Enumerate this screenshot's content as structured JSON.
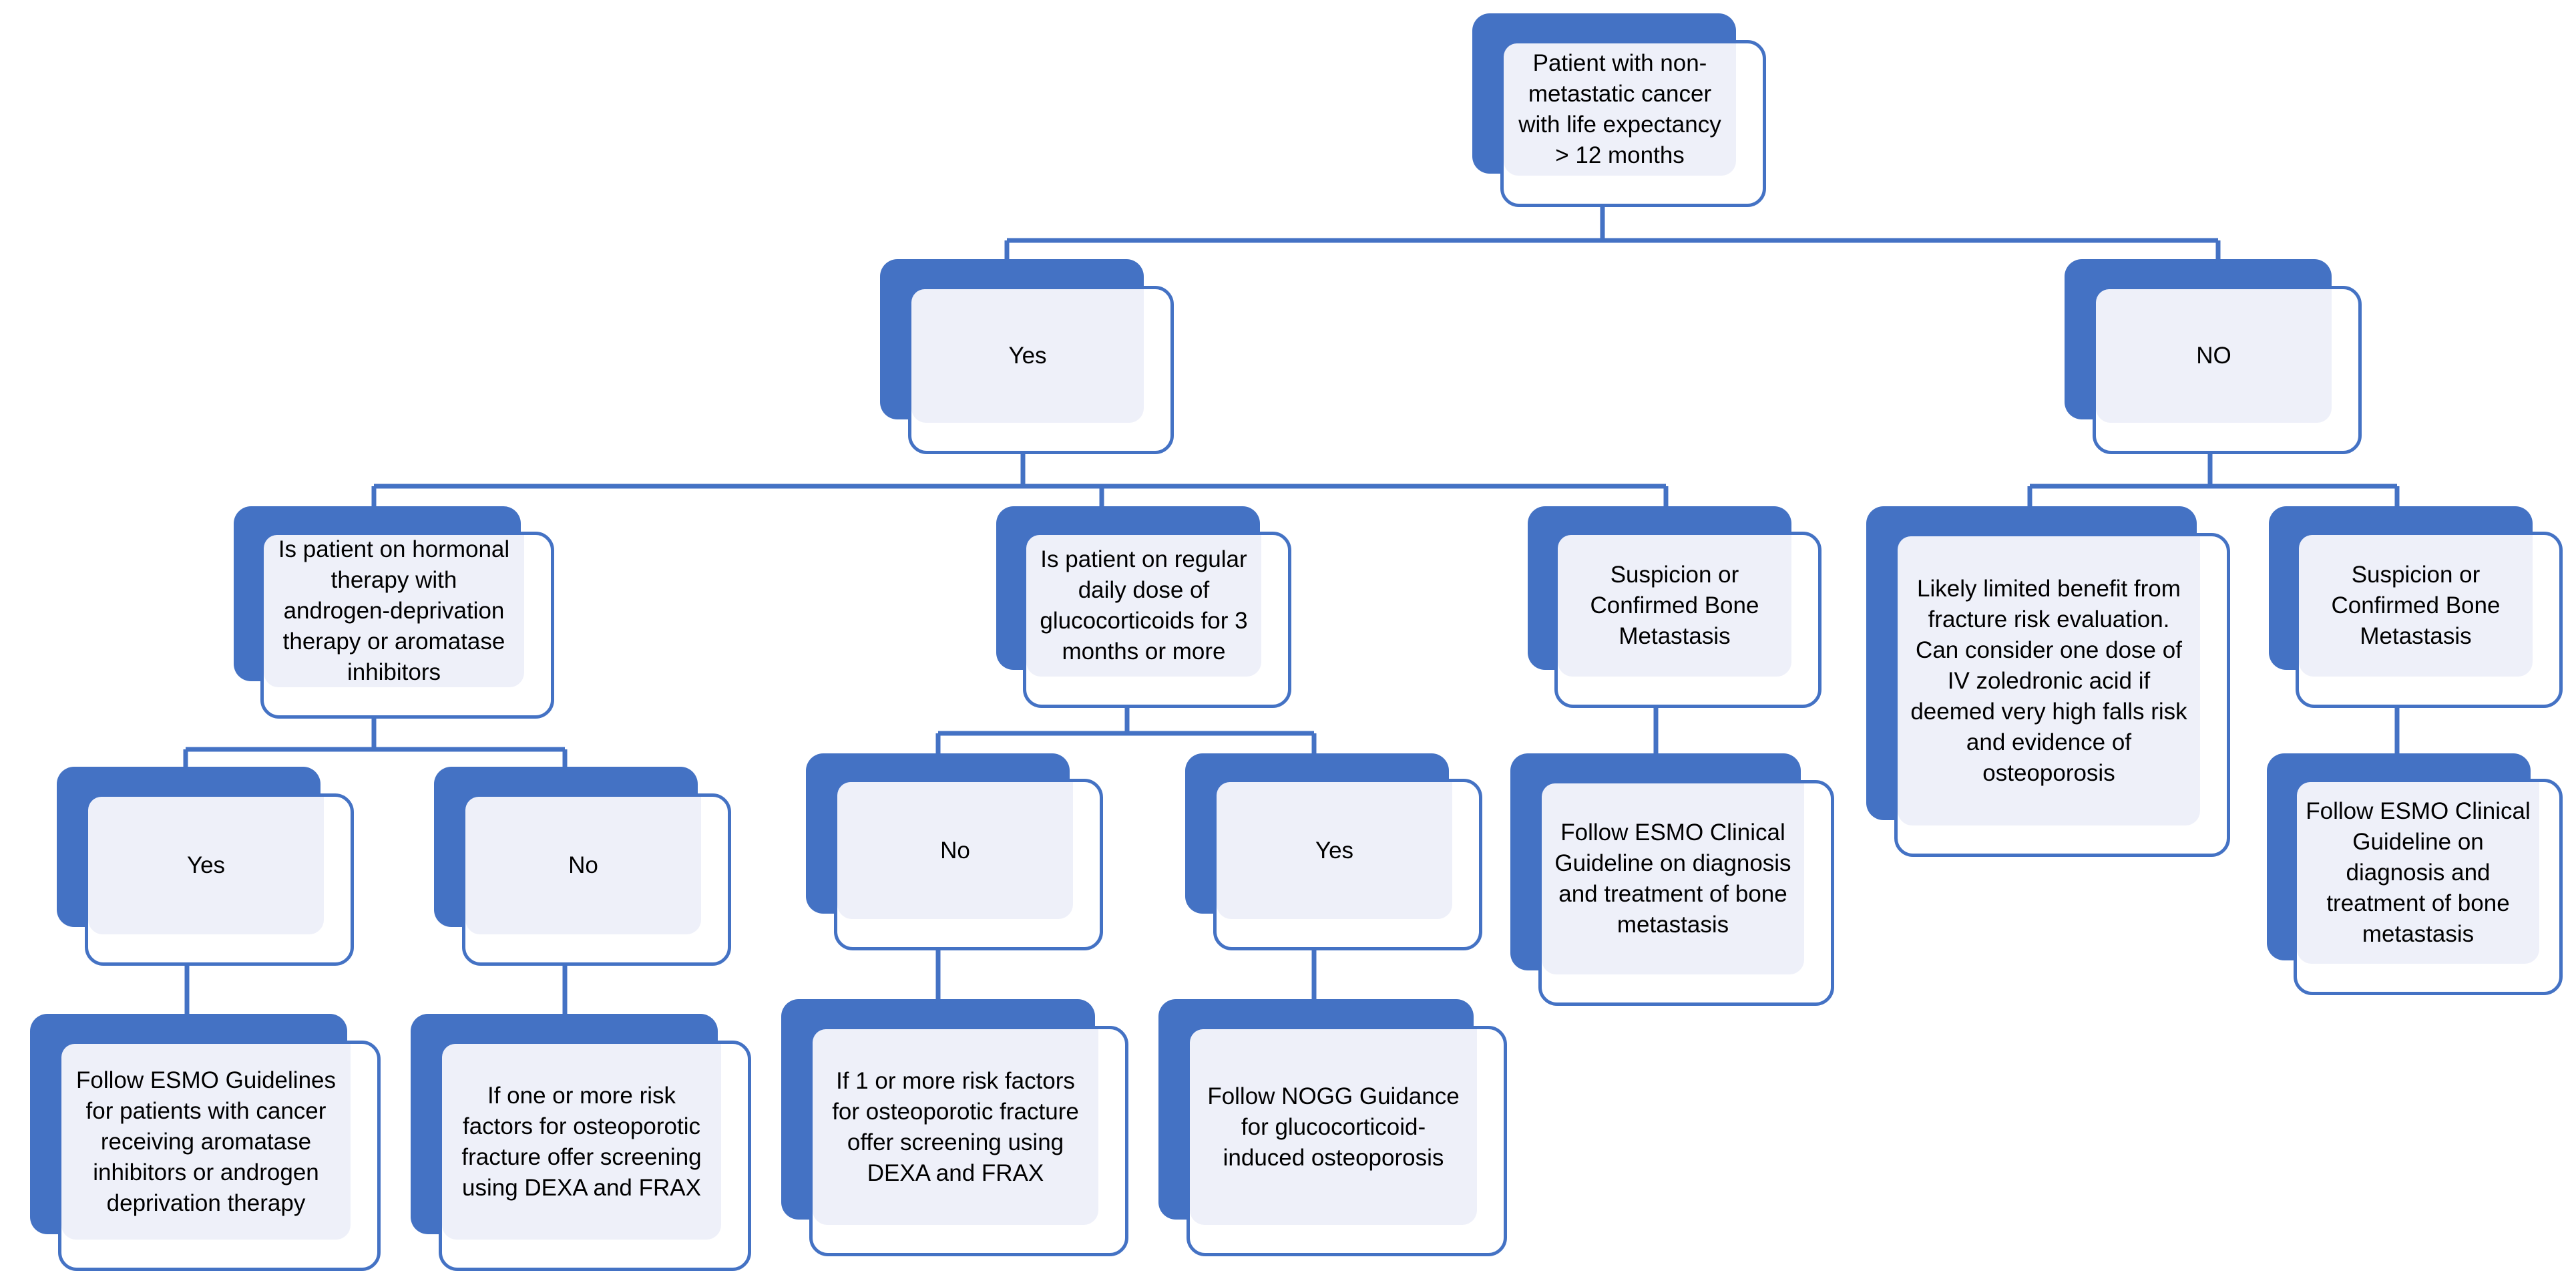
{
  "colors": {
    "accent": "#4472c4",
    "fill": "#eef0f9",
    "text": "#000000"
  },
  "nodes": {
    "root": "Patient with non-\nmetastatic cancer\nwith life expectancy\n> 12 months",
    "yes": "Yes",
    "no": "NO",
    "hormonal": "Is patient on hormonal\ntherapy with\nandrogen-deprivation\ntherapy or aromatase\ninhibitors",
    "glucocorticoids": "Is patient on regular\ndaily dose of\nglucocorticoids for 3\nmonths or more",
    "bone_met_yes": "Suspicion or\nConfirmed Bone\nMetastasis",
    "limited_benefit": "Likely limited benefit from\nfracture risk evaluation.\nCan consider one dose of\nIV zoledronic acid if\ndeemed very high falls risk\nand evidence of\nosteoporosis",
    "bone_met_no": "Suspicion or\nConfirmed Bone\nMetastasis",
    "hormonal_yes": "Yes",
    "hormonal_no": "No",
    "gluco_no": "No",
    "gluco_yes": "Yes",
    "esmo_bone_yes": "Follow ESMO Clinical\nGuideline on diagnosis\nand treatment of bone\nmetastasis",
    "esmo_bone_no": "Follow ESMO Clinical\nGuideline on\ndiagnosis and\ntreatment of bone\nmetastasis",
    "esmo_aromatase": "Follow ESMO Guidelines\nfor patients with cancer\nreceiving aromatase\ninhibitors or androgen\ndeprivation therapy",
    "dexa_frax_hormonal": "If one or more risk\nfactors for osteoporotic\nfracture offer screening\nusing  DEXA and FRAX",
    "dexa_frax_gluco": "If 1 or more risk factors\nfor osteoporotic fracture\noffer screening using\nDEXA and FRAX",
    "nogg": "Follow NOGG Guidance\nfor glucocorticoid-\ninduced osteoporosis"
  }
}
